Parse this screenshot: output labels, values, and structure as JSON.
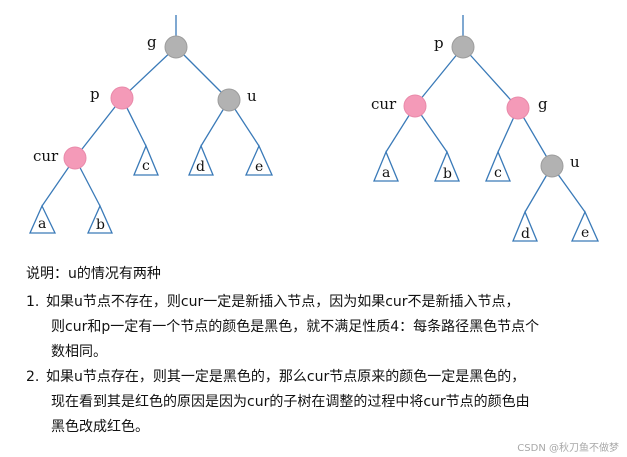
{
  "trees": {
    "left": {
      "nodes": {
        "g": {
          "label": "g",
          "color": "gray"
        },
        "p": {
          "label": "p",
          "color": "red"
        },
        "u": {
          "label": "u",
          "color": "gray"
        },
        "cur": {
          "label": "cur",
          "color": "red"
        }
      },
      "subtrees": [
        "a",
        "b",
        "c",
        "d",
        "e"
      ]
    },
    "right": {
      "nodes": {
        "p": {
          "label": "p",
          "color": "gray"
        },
        "cur": {
          "label": "cur",
          "color": "red"
        },
        "g": {
          "label": "g",
          "color": "red"
        },
        "u": {
          "label": "u",
          "color": "gray"
        }
      },
      "subtrees": [
        "a",
        "b",
        "c",
        "d",
        "e"
      ]
    }
  },
  "colors": {
    "red_node": "#f49ab8",
    "gray_node": "#b2b2b2",
    "edge": "#3a7ab8"
  },
  "notes": {
    "title": "说明：u的情况有两种",
    "items": [
      {
        "num": "1.",
        "line1": "如果u节点不存在，则cur一定是新插入节点，因为如果cur不是新插入节点，",
        "line2": "则cur和p一定有一个节点的颜色是黑色，就不满足性质4：每条路径黑色节点个",
        "line3": "数相同。"
      },
      {
        "num": "2.",
        "line1": "如果u节点存在，则其一定是黑色的，那么cur节点原来的颜色一定是黑色的，",
        "line2": "现在看到其是红色的原因是因为cur的子树在调整的过程中将cur节点的颜色由",
        "line3": "黑色改成红色。"
      }
    ]
  },
  "watermark": "CSDN @秋刀鱼不做梦"
}
